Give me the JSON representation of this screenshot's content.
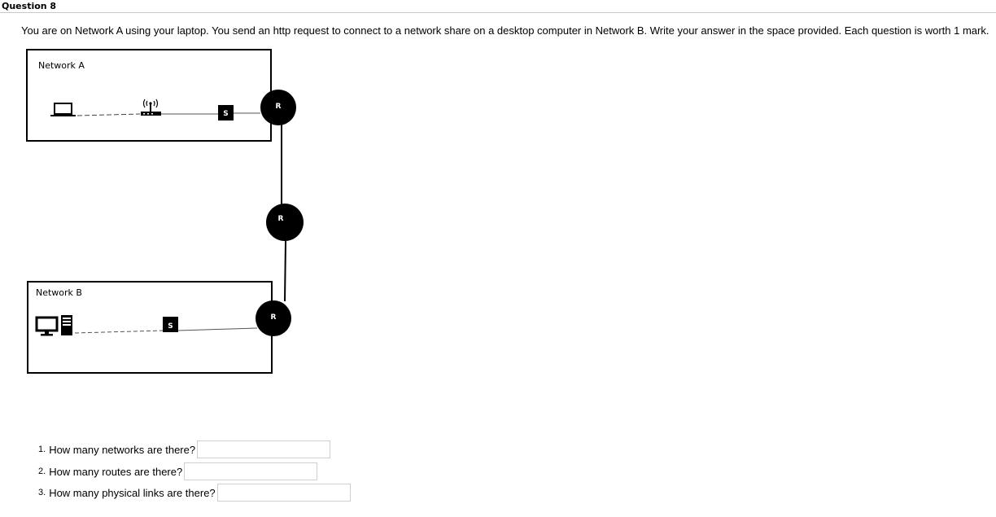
{
  "question": {
    "title": "Question 8",
    "intro": "You are on Network A using your laptop. You send an http request to connect to a network share on a desktop computer in Network B.  Write your answer in the space provided. Each question is worth 1 mark."
  },
  "diagram": {
    "network_a_label": "Network A",
    "network_b_label": "Network B",
    "router_label": "R",
    "switch_label": "S",
    "icons": [
      "laptop-icon",
      "wifi-router-icon",
      "desktop-computer-icon"
    ]
  },
  "questions": [
    {
      "number": "1.",
      "text": "How many networks are there?",
      "answer": ""
    },
    {
      "number": "2.",
      "text": "How many routes are there?",
      "answer": ""
    },
    {
      "number": "3.",
      "text": "How many physical links are there?",
      "answer": ""
    }
  ]
}
